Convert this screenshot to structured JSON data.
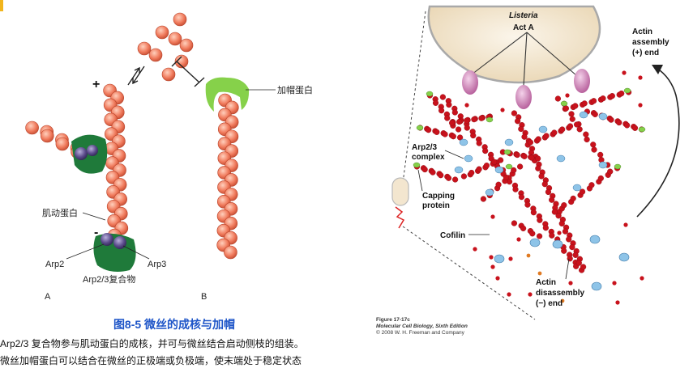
{
  "left_panel": {
    "plus_sign": "+",
    "minus_sign": "-",
    "actin_label": "肌动蛋白",
    "capping_protein_label": "加帽蛋白",
    "arp2_label": "Arp2",
    "arp3_label": "Arp3",
    "complex_label": "Arp2/3复合物",
    "panel_a": "A",
    "panel_b": "B",
    "figure_title": "图8-5 微丝的成核与加帽",
    "caption_line1": "Arp2/3 复合物参与肌动蛋白的成核，并可与微丝结合启动侧枝的组装。",
    "caption_line2": "微丝加帽蛋白可以结合在微丝的正极端或负极端，使末端处于稳定状态"
  },
  "right_panel": {
    "listeria_label": "Listeria",
    "act_a_label": "Act A",
    "actin_assembly_label": [
      "Actin",
      "assembly",
      "(+) end"
    ],
    "arp23_label": [
      "Arp2/3",
      "complex"
    ],
    "capping_protein_label": [
      "Capping",
      "protein"
    ],
    "cofilin_label": "Cofilin",
    "disassembly_label": [
      "Actin",
      "disassembly",
      "(−) end"
    ],
    "figure_number": "Figure 17-17c",
    "book_title": "Molecular Cell Biology, Sixth Edition",
    "copyright": "© 2008 W. H. Freeman and Company"
  },
  "colors": {
    "actin_subunit": "#f07a5c",
    "arp_complex": "#1f7a3a",
    "arp_purple": "#5a4a8a",
    "capping_protein": "#86d14a",
    "filament_red": "#c8121c",
    "cell_body": "#f3e6cf",
    "act_a": "#d98cc0",
    "cofilin": "#8ec4e8",
    "title_blue": "#1e55c8"
  }
}
